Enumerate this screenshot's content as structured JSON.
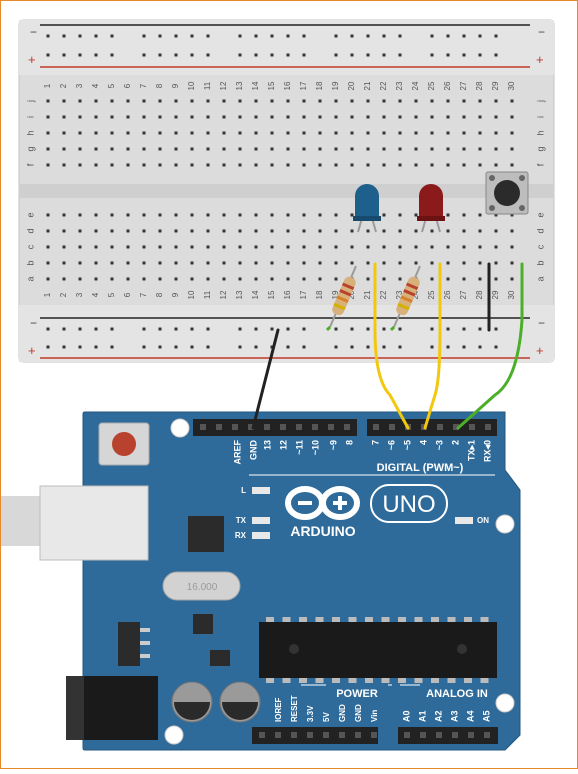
{
  "breadboard": {
    "column_numbers": [
      "1",
      "2",
      "3",
      "4",
      "5",
      "6",
      "7",
      "8",
      "9",
      "10",
      "11",
      "12",
      "13",
      "14",
      "15",
      "16",
      "17",
      "18",
      "19",
      "20",
      "21",
      "22",
      "23",
      "24",
      "25",
      "26",
      "27",
      "28",
      "29",
      "30"
    ],
    "rows_top": [
      "j",
      "i",
      "h",
      "g",
      "f"
    ],
    "rows_bottom": [
      "e",
      "d",
      "c",
      "b",
      "a"
    ],
    "rail_minus": "−",
    "rail_plus": "+"
  },
  "components": {
    "led_blue": {
      "color": "#1f5f8b"
    },
    "led_red": {
      "color": "#8b1a1a"
    },
    "resistor_body": "#d8b07a"
  },
  "arduino": {
    "board_color": "#2f6b9a",
    "brand": "ARDUINO",
    "model": "UNO",
    "digital_header_label": "DIGITAL (PWM~)",
    "digital_pins": [
      "AREF",
      "GND",
      "13",
      "12",
      "~11",
      "~10",
      "~9",
      "8",
      "7",
      "~6",
      "~5",
      "4",
      "~3",
      "2",
      "TX▸1",
      "RX◂0"
    ],
    "led_labels": [
      "L",
      "TX",
      "RX"
    ],
    "on_label": "ON",
    "power_header_label": "POWER",
    "power_pins": [
      "IOREF",
      "RESET",
      "3.3V",
      "5V",
      "GND",
      "GND",
      "Vin"
    ],
    "analog_header_label": "ANALOG IN",
    "analog_pins": [
      "A0",
      "A1",
      "A2",
      "A3",
      "A4",
      "A5"
    ],
    "crystal_label": "16.000"
  },
  "wires": {
    "yellow": "#f2c80f",
    "green": "#4caf2a",
    "black": "#222222"
  }
}
